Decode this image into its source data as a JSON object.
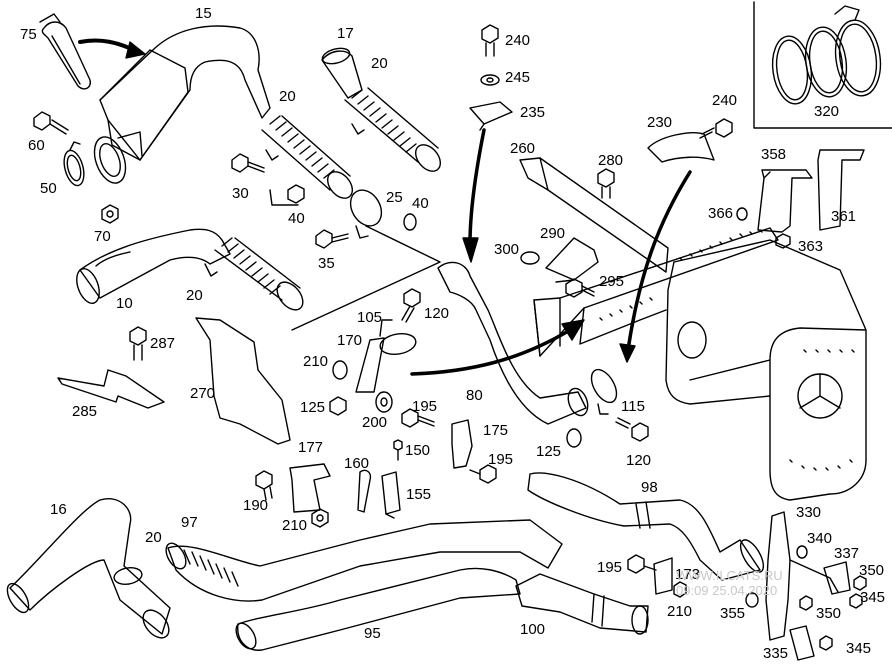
{
  "diagram": {
    "labels": {
      "p15": "15",
      "p75": "75",
      "p60": "60",
      "p50": "50",
      "p70": "70",
      "p30": "30",
      "p20a": "20",
      "p40a": "40",
      "p17": "17",
      "p20b": "20",
      "p25": "25",
      "p40b": "40",
      "p35": "35",
      "p10": "10",
      "p20c": "20",
      "p240a": "240",
      "p245": "245",
      "p235": "235",
      "p260": "260",
      "p280": "280",
      "p230": "230",
      "p240b": "240",
      "p320": "320",
      "p358": "358",
      "p361": "361",
      "p366": "366",
      "p363": "363",
      "p300": "300",
      "p290": "290",
      "p295": "295",
      "p105": "105",
      "p120a": "120",
      "p170": "170",
      "p210a": "210",
      "p287": "287",
      "p285": "285",
      "p270": "270",
      "p125a": "125",
      "p200": "200",
      "p195a": "195",
      "p80": "80",
      "p115": "115",
      "p125b": "125",
      "p120b": "120",
      "p150": "150",
      "p175": "175",
      "p195b": "195",
      "p177": "177",
      "p160": "160",
      "p155": "155",
      "p190": "190",
      "p210b": "210",
      "p98": "98",
      "p16": "16",
      "p20d": "20",
      "p97": "97",
      "p95": "95",
      "p100": "100",
      "p195c": "195",
      "p173": "173",
      "p210c": "210",
      "p330": "330",
      "p340": "340",
      "p337": "337",
      "p350a": "350",
      "p355": "355",
      "p350b": "350",
      "p345a": "345",
      "p335": "335",
      "p345b": "345"
    },
    "watermark": {
      "line1": "WWW.ILCATS.RU",
      "line2": "09:09 25.04.2020"
    }
  }
}
